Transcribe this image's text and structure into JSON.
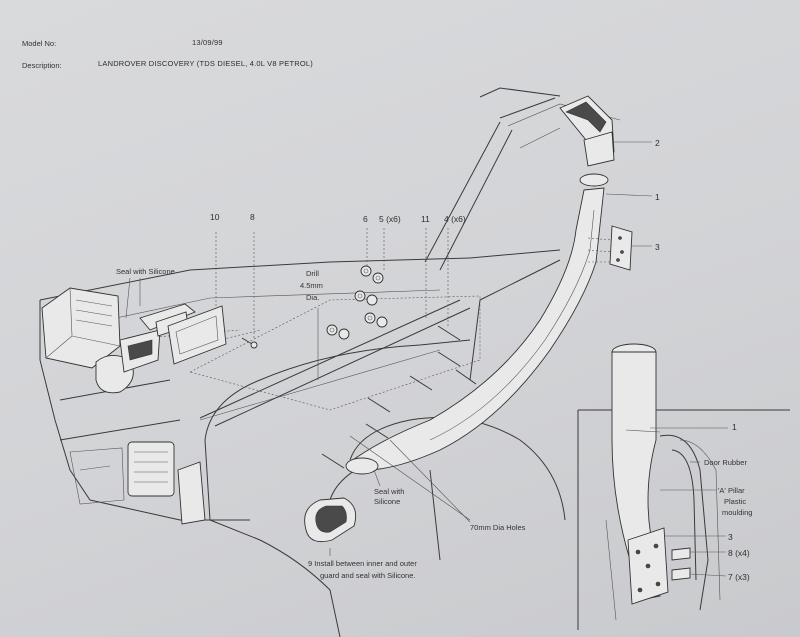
{
  "header": {
    "model_label": "Model No:",
    "date": "13/09/99",
    "description_label": "Description:",
    "description": "LANDROVER DISCOVERY (TDS DIESEL, 4.0L V8 PETROL)"
  },
  "callouts": {
    "c1": "1",
    "c2": "2",
    "c3": "3",
    "c4": "4 (x6)",
    "c5": "5 (x6)",
    "c6": "6",
    "c8": "8",
    "c10": "10",
    "c11": "11"
  },
  "notes": {
    "seal_silicone_top": "Seal with Silicone",
    "drill_line1": "Drill",
    "drill_line2": "4.5mm",
    "drill_line3": "Dia.",
    "seal_silicone_bottom_line1": "Seal with",
    "seal_silicone_bottom_line2": "Silicone",
    "holes": "70mm Dia Holes",
    "install_line1": "9  Install between inner and outer",
    "install_line2": "guard and seal with Silicone."
  },
  "inset": {
    "c1": "1",
    "door_rubber": "Door Rubber",
    "pillar_line1": "'A' Pillar",
    "pillar_line2": "Plastic",
    "pillar_line3": "moulding",
    "c3": "3",
    "c8": "8  (x4)",
    "c7": "7  (x3)"
  }
}
